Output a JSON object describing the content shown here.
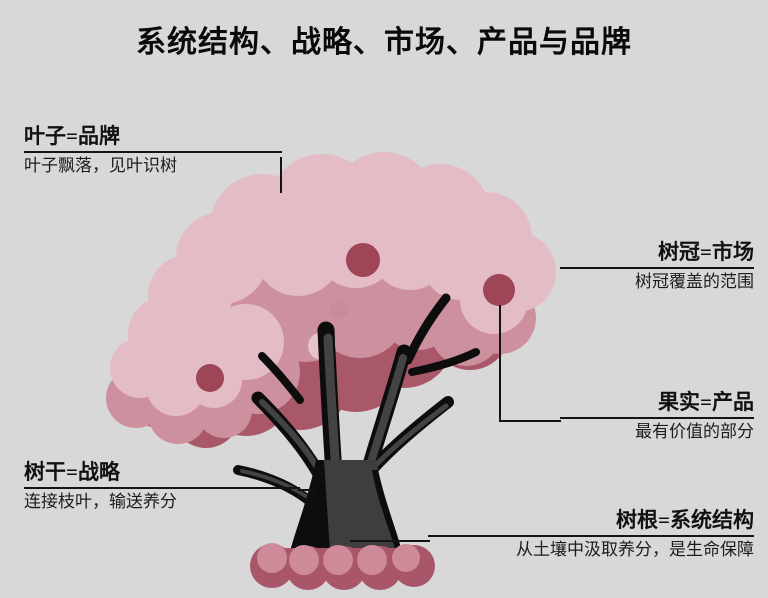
{
  "page": {
    "title": "系统结构、战略、市场、产品与品牌",
    "background_color": "#d8d8d8",
    "text_color": "#111111",
    "rule_color": "#141414"
  },
  "palette": {
    "canopy_light": "#e3bcc6",
    "canopy_mid": "#cc909e",
    "canopy_dark": "#a9586a",
    "fruit_dark": "#9e4558",
    "fruit_light": "#e8c2cc",
    "trunk_dark": "#101010",
    "trunk_mid": "#3e3e3e",
    "root_light": "#cf8a99",
    "root_dark": "#a9556a"
  },
  "callouts": [
    {
      "id": "leaf",
      "title": "叶子=品牌",
      "subtitle": "叶子飘落，见叶识树",
      "align": "left"
    },
    {
      "id": "crown",
      "title": "树冠=市场",
      "subtitle": "树冠覆盖的范围",
      "align": "right"
    },
    {
      "id": "fruit",
      "title": "果实=产品",
      "subtitle": "最有价值的部分",
      "align": "right"
    },
    {
      "id": "trunk",
      "title": "树干=战略",
      "subtitle": "连接枝叶，输送养分",
      "align": "left"
    },
    {
      "id": "root",
      "title": "树根=系统结构",
      "subtitle": "从土壤中汲取养分，是生命保障",
      "align": "right"
    }
  ],
  "diagram": {
    "type": "annotated-illustration",
    "subject": "tree",
    "parts": [
      {
        "name": "leaves",
        "label": "叶子",
        "maps_to": "品牌"
      },
      {
        "name": "crown",
        "label": "树冠",
        "maps_to": "市场"
      },
      {
        "name": "fruit",
        "label": "果实",
        "maps_to": "产品"
      },
      {
        "name": "trunk",
        "label": "树干",
        "maps_to": "战略"
      },
      {
        "name": "roots",
        "label": "树根",
        "maps_to": "系统结构"
      }
    ]
  }
}
